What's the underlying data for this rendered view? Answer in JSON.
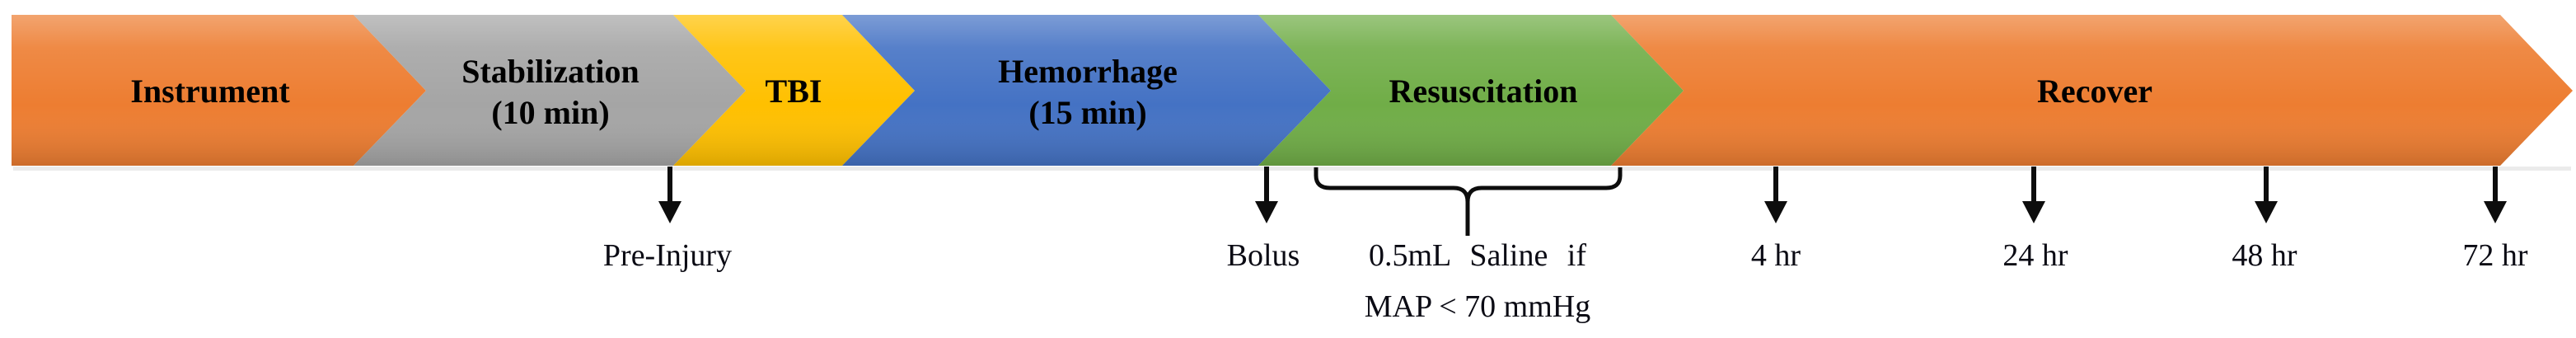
{
  "style": {
    "background": "#ffffff",
    "arrow_color": "#0d0d0d",
    "label_color": "#000000"
  },
  "timeline": {
    "phases": [
      {
        "label": "Instrument",
        "sublabel": "",
        "color": "#ED7D31"
      },
      {
        "label": "Stabilization",
        "sublabel": "(10 min)",
        "color": "#A5A5A5"
      },
      {
        "label": "TBI",
        "sublabel": "",
        "color": "#FFC000"
      },
      {
        "label": "Hemorrhage",
        "sublabel": "(15 min)",
        "color": "#4472C4"
      },
      {
        "label": "Resuscitation",
        "sublabel": "",
        "color": "#70AD47"
      },
      {
        "label": "Recover",
        "sublabel": "",
        "color": "#ED7D31"
      }
    ],
    "annotations": {
      "pre_injury": "Pre-Injury",
      "bolus": "Bolus",
      "saline_line1": "0.5mL Saline if",
      "saline_line2": "MAP < 70 mmHg",
      "t_4hr": "4 hr",
      "t_24hr": "24 hr",
      "t_48hr": "48 hr",
      "t_72hr": "72 hr"
    }
  }
}
